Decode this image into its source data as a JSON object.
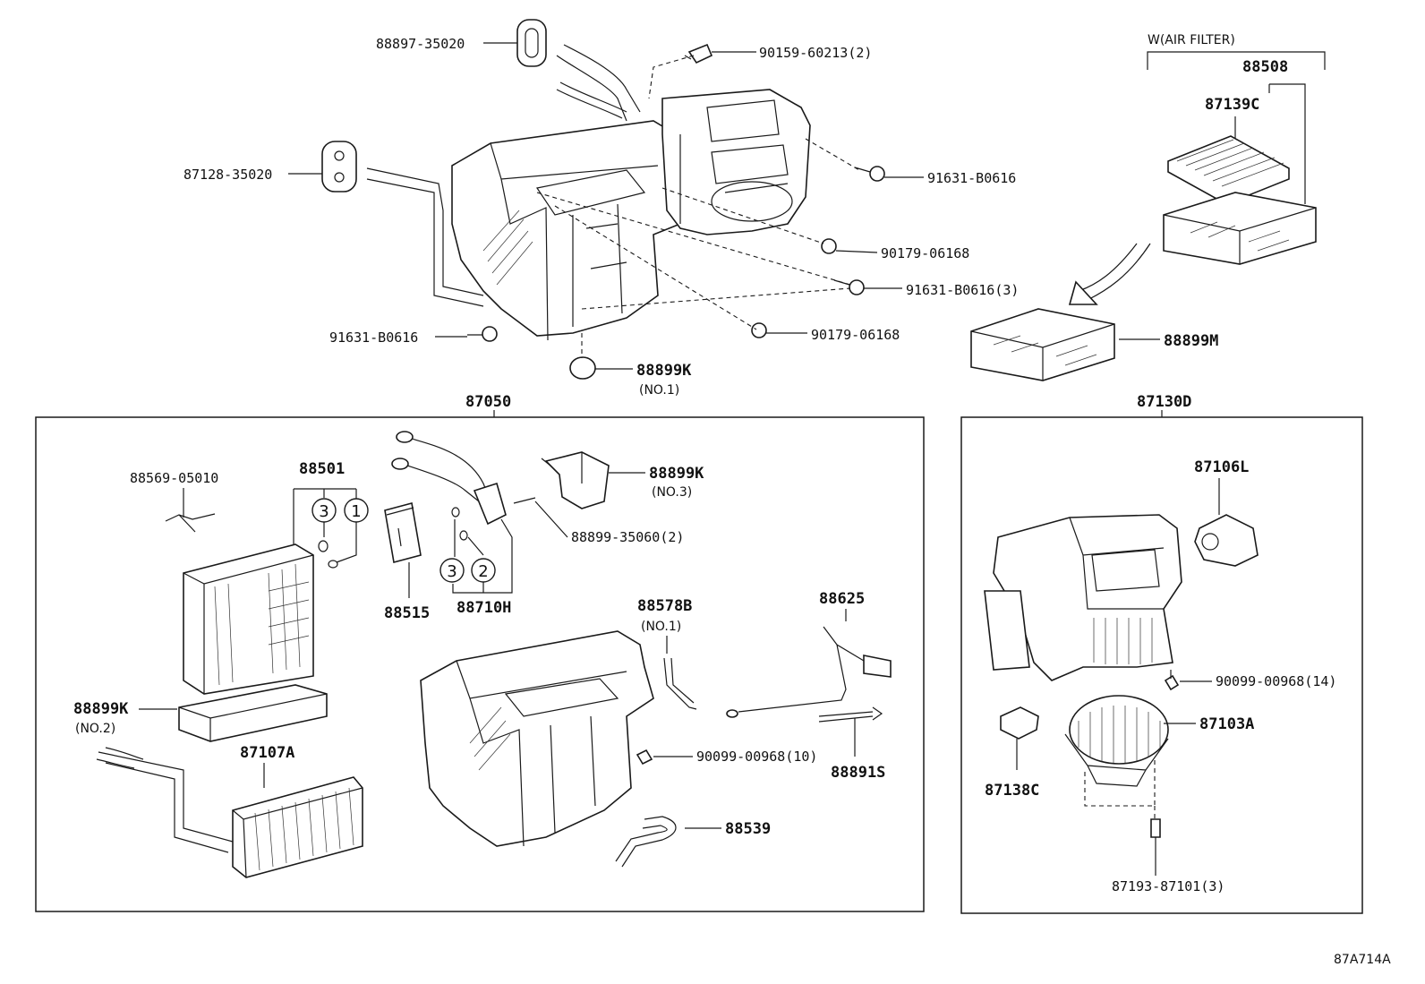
{
  "labels": {
    "p88897": "88897-35020",
    "p90159": "90159-60213(2)",
    "p87128": "87128-35020",
    "p91631a": "91631-B0616",
    "p90179a": "90179-06168",
    "p91631b": "91631-B0616(3)",
    "p91631c": "91631-B0616",
    "p90179b": "90179-06168",
    "p88899k1": "88899K",
    "p88899k1_note": "(NO.1)",
    "filter_group": "W(AIR FILTER)",
    "p88508": "88508",
    "p87139c": "87139C",
    "p88899m": "88899M",
    "p87050": "87050",
    "p87130d": "87130D",
    "p88569": "88569-05010",
    "p88501": "88501",
    "p88899k3": "88899K",
    "p88899k3_note": "(NO.3)",
    "p88899_35060": "88899-35060(2)",
    "p88515": "88515",
    "p88710h": "88710H",
    "p88578b": "88578B",
    "p88578b_note": "(NO.1)",
    "p88625": "88625",
    "p88899k2": "88899K",
    "p88899k2_note": "(NO.2)",
    "p87107a": "87107A",
    "p90099_10": "90099-00968(10)",
    "p88891s": "88891S",
    "p88539": "88539",
    "p87106l": "87106L",
    "p90099_14": "90099-00968(14)",
    "p87103a": "87103A",
    "p87138c": "87138C",
    "p87193": "87193-87101(3)",
    "figure_code": "87A714A"
  },
  "callouts": {
    "c3a": "3",
    "c1": "1",
    "c3b": "3",
    "c2": "2"
  }
}
